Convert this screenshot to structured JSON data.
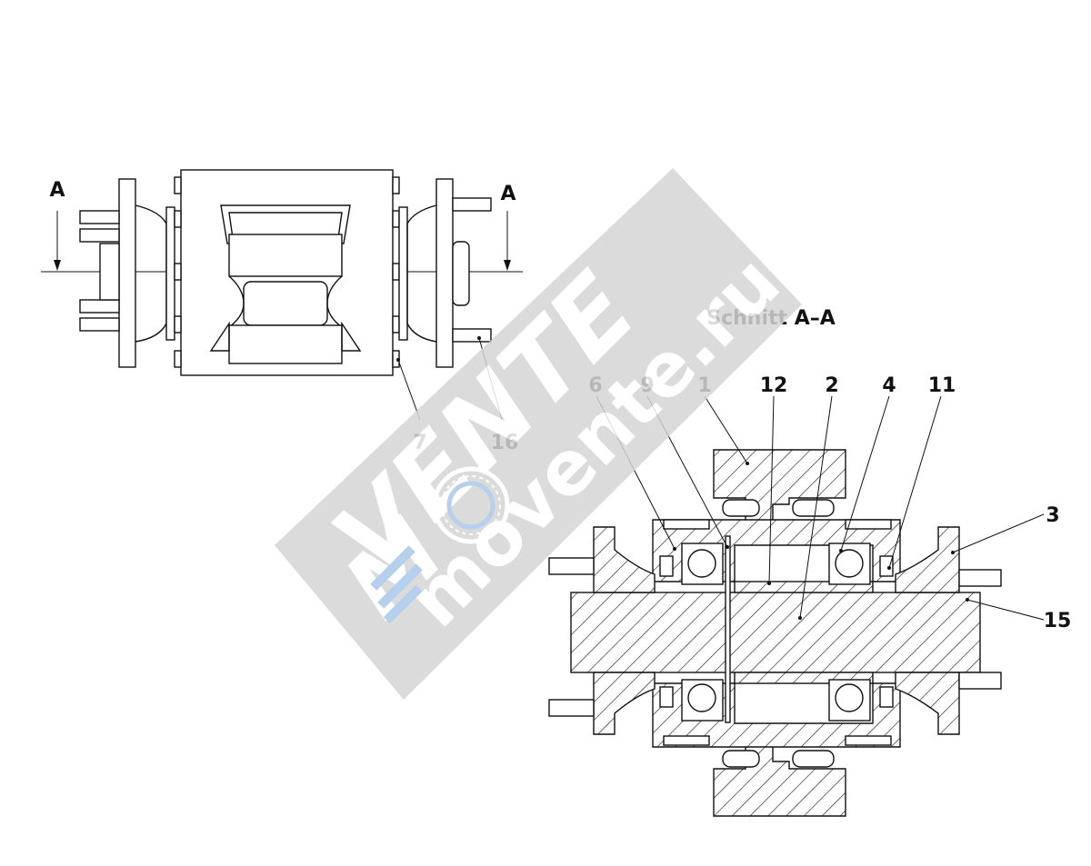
{
  "section_marker": "A",
  "section_title": "Schnitt  A–A",
  "top_view_callouts": [
    "7",
    "16"
  ],
  "section_callouts": [
    "6",
    "9",
    "1",
    "12",
    "2",
    "4",
    "11",
    "3",
    "15"
  ],
  "watermark": {
    "brand": "VENTE",
    "brand_prefix": "M",
    "url": "movente.ru",
    "color": "#d5d5d5",
    "accent": "#a9c7ea"
  },
  "colors": {
    "line": "#111111",
    "background": "#ffffff"
  }
}
